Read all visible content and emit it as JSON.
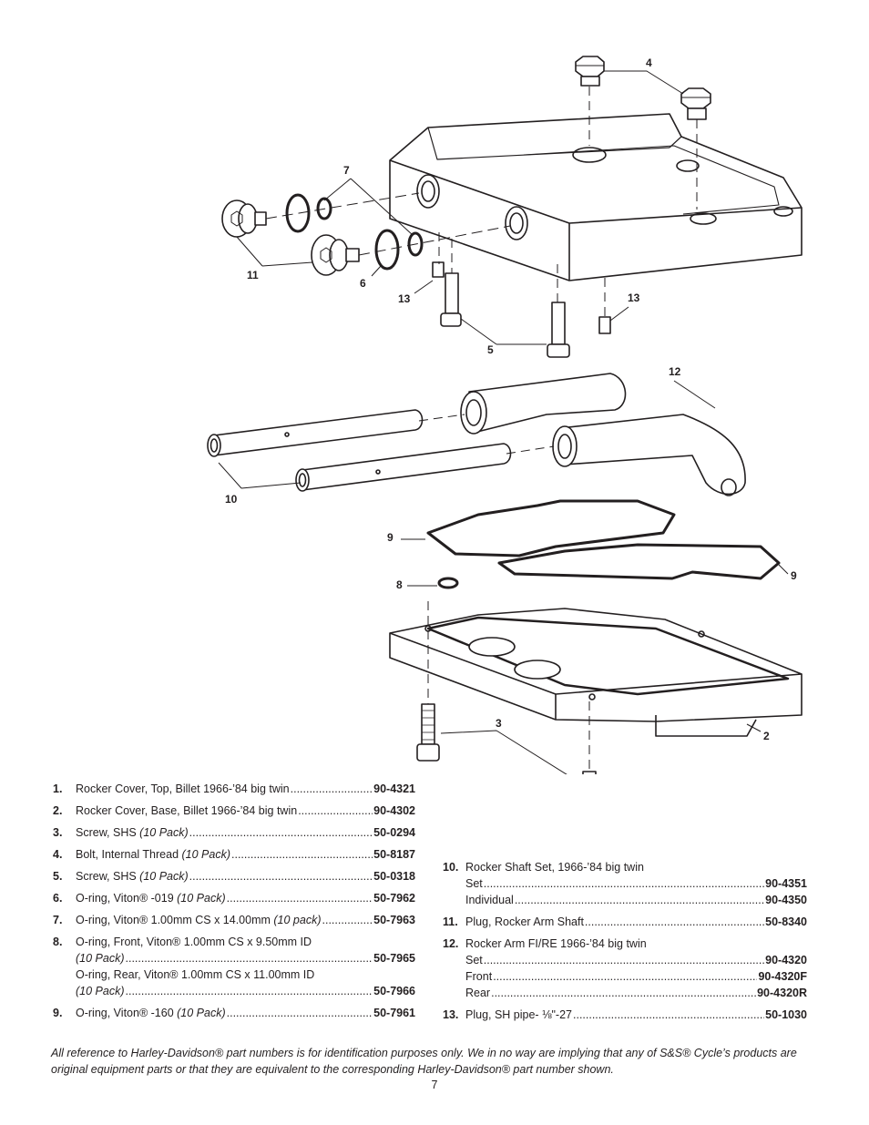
{
  "diagram": {
    "callouts": [
      "4",
      "7",
      "11",
      "6",
      "13",
      "13",
      "5",
      "12",
      "10",
      "9",
      "9",
      "8",
      "3",
      "2"
    ]
  },
  "parts_left": [
    {
      "num": "1.",
      "label": "Rocker Cover, Top, Billet 1966-’84 big twin",
      "note": "",
      "pn": "90-4321"
    },
    {
      "num": "2.",
      "label": "Rocker Cover, Base, Billet 1966-’84 big twin",
      "note": "",
      "pn": "90-4302"
    },
    {
      "num": "3.",
      "label": "Screw, SHS ",
      "note": "(10 Pack)",
      "pn": "50-0294"
    },
    {
      "num": "4.",
      "label": "Bolt, Internal Thread ",
      "note": "(10 Pack)",
      "pn": "50-8187"
    },
    {
      "num": "5.",
      "label": "Screw, SHS ",
      "note": "(10 Pack)",
      "pn": "50-0318"
    },
    {
      "num": "6.",
      "label": "O-ring, Viton® -019 ",
      "note": "(10 Pack)",
      "pn": "50-7962"
    },
    {
      "num": "7.",
      "label": "O-ring, Viton® 1.00mm CS x 14.00mm ",
      "note": "(10 pack)",
      "pn": "50-7963"
    }
  ],
  "part8": {
    "num": "8.",
    "front_label": "O-ring, Front, Viton® 1.00mm CS x 9.50mm ID",
    "front_note": "(10 Pack)",
    "front_pn": "50-7965",
    "rear_label": "O-ring, Rear, Viton® 1.00mm CS x 11.00mm ID",
    "rear_note": "(10 Pack)",
    "rear_pn": "50-7966"
  },
  "part9": {
    "num": "9.",
    "label": "O-ring, Viton® -160 ",
    "note": "(10 Pack)",
    "pn": "50-7961"
  },
  "part10": {
    "num": "10.",
    "title": "Rocker Shaft Set, 1966-’84 big twin",
    "rows": [
      {
        "label": "Set",
        "pn": "90-4351"
      },
      {
        "label": "Individual",
        "pn": "90-4350"
      }
    ]
  },
  "part11": {
    "num": "11.",
    "label": "Plug, Rocker Arm Shaft",
    "pn": "50-8340"
  },
  "part12": {
    "num": "12.",
    "title": "Rocker Arm FI/RE 1966-’84 big twin",
    "rows": [
      {
        "label": "Set",
        "pn": "90-4320"
      },
      {
        "label": "Front",
        "pn": "90-4320F"
      },
      {
        "label": "Rear",
        "pn": "90-4320R"
      }
    ]
  },
  "part13": {
    "num": "13.",
    "label": "Plug, SH pipe- ⅛\"-27",
    "pn": "50-1030"
  },
  "disclaimer": "All reference to Harley-Davidson® part numbers is for identification purposes only. We in no way are implying that any of S&S® Cycle’s products are original equipment parts or that they are equivalent to the corresponding Harley-Davidson® part number shown.",
  "page_number": "7"
}
